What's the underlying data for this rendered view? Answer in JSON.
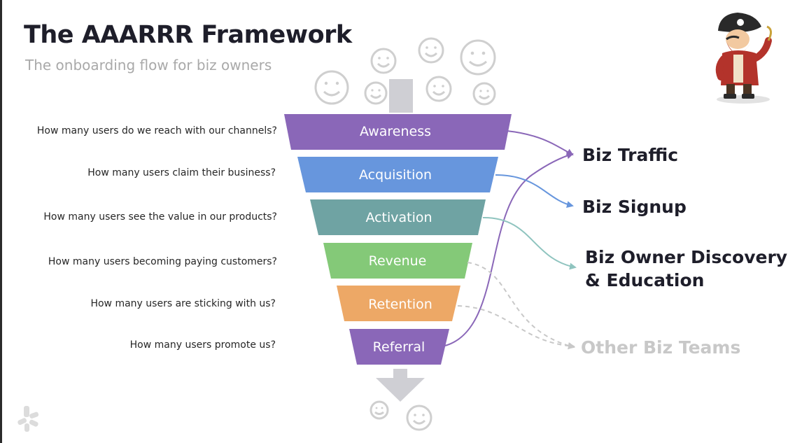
{
  "slide": {
    "title": "The AAARRR Framework",
    "subtitle": "The onboarding flow for biz owners"
  },
  "stages": [
    {
      "label": "Awareness",
      "question": "How many users do we reach with our channels?",
      "color": "#8a67b8"
    },
    {
      "label": "Acquisition",
      "question": "How many users claim their business?",
      "color": "#6796dd"
    },
    {
      "label": "Activation",
      "question": "How many users see the value in our products?",
      "color": "#6fa3a3"
    },
    {
      "label": "Revenue",
      "question": "How many users becoming paying customers?",
      "color": "#84c978"
    },
    {
      "label": "Retention",
      "question": "How many users are sticking with us?",
      "color": "#eda866"
    },
    {
      "label": "Referral",
      "question": "How many users promote us?",
      "color": "#8a67b8"
    }
  ],
  "outcomes": {
    "biz_traffic": "Biz Traffic",
    "biz_signup": "Biz Signup",
    "discovery_line1": "Biz Owner Discovery",
    "discovery_line2": "& Education",
    "other_teams": "Other Biz Teams"
  },
  "colors": {
    "title": "#1e1e2a",
    "subtitle": "#a9a9a9",
    "arrow_awareness": "#8a67b8",
    "arrow_acquisition": "#6796dd",
    "arrow_activation": "#8fc4bf",
    "arrow_dashed": "#c8c8c8",
    "gray_arrow": "#cfcfd4",
    "smiley": "#cfcfcf"
  },
  "icons": [
    "smiley-icon",
    "pirate-illustration",
    "yelp-logo-icon",
    "down-arrow-icon"
  ]
}
